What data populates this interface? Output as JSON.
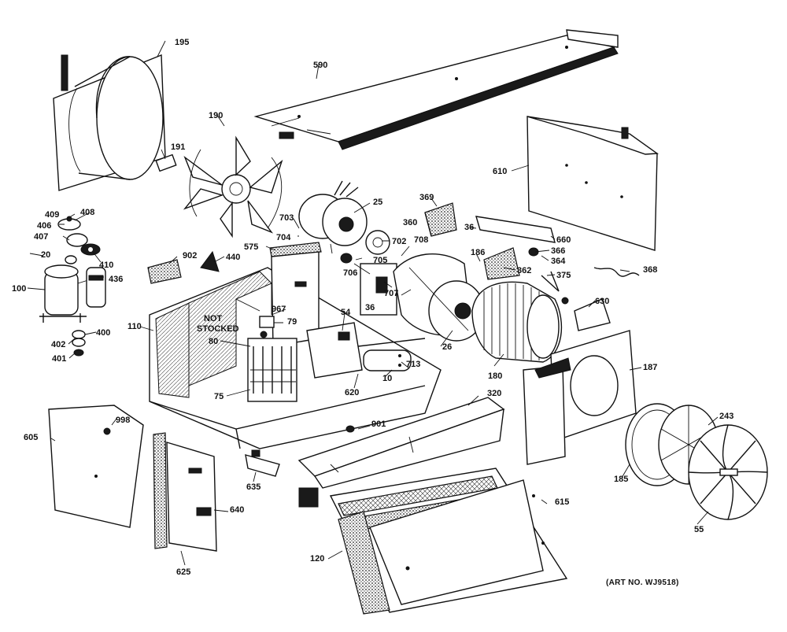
{
  "labels": {
    "p195": "195",
    "p590": "590",
    "p190": "190",
    "p191": "191",
    "p25": "25",
    "p369": "369",
    "p360": "360",
    "p610": "610",
    "p409": "409",
    "p408": "408",
    "p406": "406",
    "p407": "407",
    "p410": "410",
    "p20": "20",
    "p436": "436",
    "p100": "100",
    "p402": "402",
    "p400": "400",
    "p401": "401",
    "p902": "902",
    "p440": "440",
    "p575": "575",
    "p703": "703",
    "p704": "704",
    "p702": "702",
    "p708": "708",
    "p705": "705",
    "p706": "706",
    "p707": "707",
    "p36a": "36",
    "p36b": "36",
    "p186": "186",
    "p660": "660",
    "p366": "366",
    "p364": "364",
    "p362": "362",
    "p375": "375",
    "p368": "368",
    "p630": "630",
    "p967": "967",
    "p79": "79",
    "p54": "54",
    "p26": "26",
    "p713": "713",
    "p10": "10",
    "p180": "180",
    "p187": "187",
    "p110": "110",
    "p80": "80",
    "p75": "75",
    "p620": "620",
    "p320": "320",
    "p901": "901",
    "p998": "998",
    "p605": "605",
    "p635": "635",
    "p640": "640",
    "p625": "625",
    "p615": "615",
    "p120": "120",
    "p243": "243",
    "p185": "185",
    "p55": "55"
  },
  "not_stocked_line1": "NOT",
  "not_stocked_line2": "STOCKED",
  "art_number": "(ART NO. WJ9518)"
}
